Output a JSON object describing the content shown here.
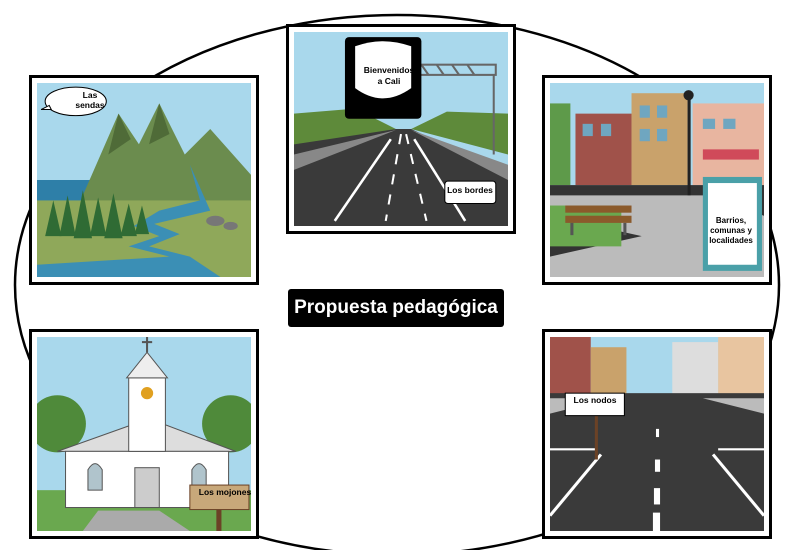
{
  "title": "Propuesta pedagógica",
  "panels": {
    "sendas": {
      "label": "Las sendas"
    },
    "bordes": {
      "sign_line1": "Bienvenidos",
      "sign_line2": "a Cali",
      "label": "Los bordes"
    },
    "barrios": {
      "line1": "Barrios,",
      "line2": "comunas y",
      "line3": "localidades"
    },
    "mojones": {
      "label": "Los mojones"
    },
    "nodos": {
      "label": "Los nodos"
    }
  },
  "colors": {
    "sky": "#a9d8ec",
    "grass": "#6aa84f",
    "road": "#333333",
    "water": "#3b8fb5"
  }
}
